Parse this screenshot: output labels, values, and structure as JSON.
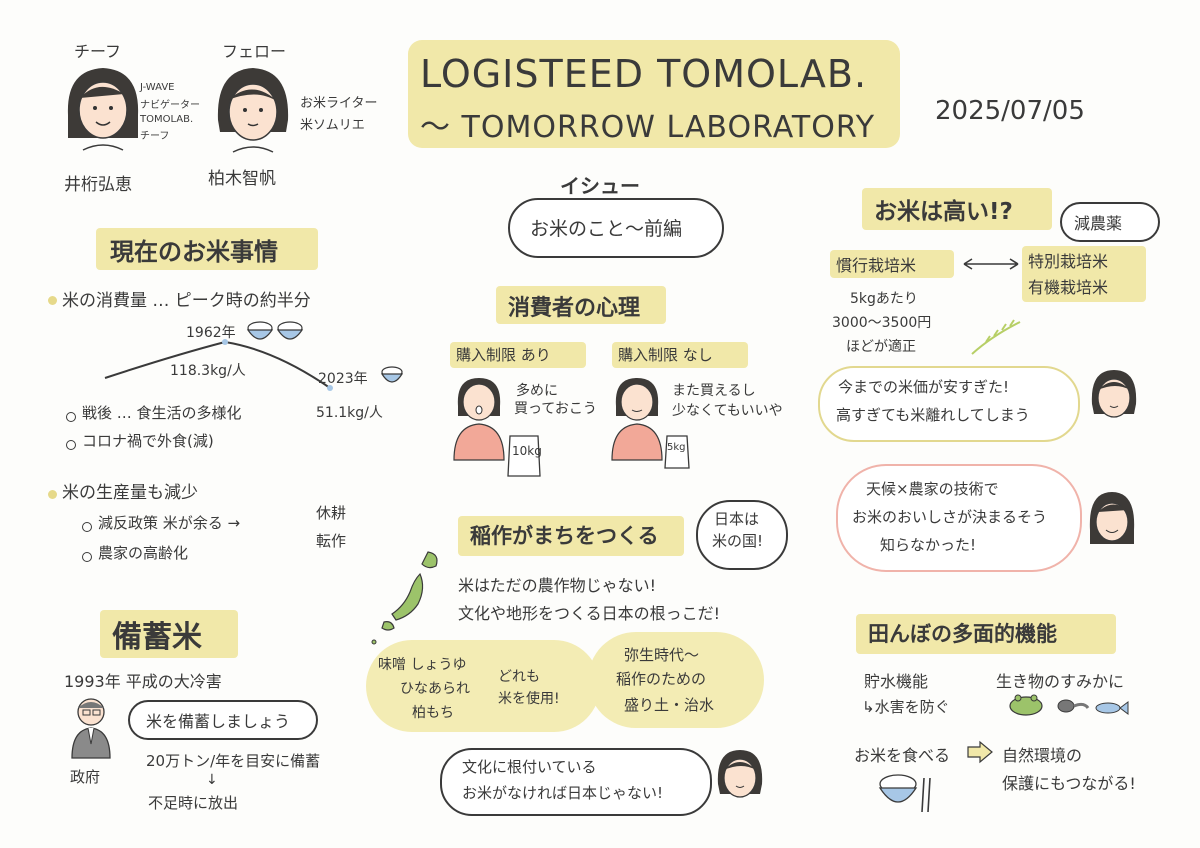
{
  "header": {
    "title_line1": "LOGISTEED TOMOLAB.",
    "title_line2": "〜 TOMORROW LABORATORY",
    "date": "2025/07/05"
  },
  "people": {
    "chief": {
      "role": "チーフ",
      "desc1": "J-WAVE",
      "desc2": "ナビゲーター",
      "desc3": "TOMOLAB.",
      "desc4": "チーフ",
      "name": "井桁弘恵"
    },
    "fellow": {
      "role": "フェロー",
      "desc1": "お米ライター",
      "desc2": "米ソムリエ",
      "name": "柏木智帆"
    }
  },
  "current": {
    "heading": "現在のお米事情",
    "point1": "米の消費量 … ピーク時の約半分",
    "year1962": "1962年",
    "value1962": "118.3kg/人",
    "year2023": "2023年",
    "value2023": "51.1kg/人",
    "sub1": "戦後 … 食生活の多様化",
    "sub2": "コロナ禍で外食(減)",
    "point2": "米の生産量も減少",
    "sub3": "減反政策 米が余る →",
    "sub3_a": "休耕",
    "sub3_b": "転作",
    "sub4": "農家の高齢化"
  },
  "reserve": {
    "heading": "備蓄米",
    "event": "1993年 平成の大冷害",
    "speech": "米を備蓄しましょう",
    "gov": "政府",
    "line1": "20万トン/年を目安に備蓄",
    "arrow": "↓",
    "line2": "不足時に放出"
  },
  "issue": {
    "label": "イシュー",
    "title": "お米のこと〜前編"
  },
  "consumer": {
    "heading": "消費者の心理",
    "limit_yes": "購入制限 あり",
    "limit_yes_speech1": "多めに",
    "limit_yes_speech2": "買っておこう",
    "bag1": "10kg",
    "limit_no": "購入制限 なし",
    "limit_no_speech1": "また買えるし",
    "limit_no_speech2": "少なくてもいいや",
    "bag2": "5kg"
  },
  "town": {
    "heading": "稲作がまちをつくる",
    "badge1": "日本は",
    "badge2": "米の国!",
    "line1": "米はただの農作物じゃない!",
    "line2": "文化や地形をつくる日本の根っこだ!",
    "foods1": "味噌 しょうゆ",
    "foods2": "ひなあられ",
    "foods3": "柏もち",
    "foods_note1": "どれも",
    "foods_note2": "米を使用!",
    "yayoi1": "弥生時代〜",
    "yayoi2": "稲作のための",
    "yayoi3": "盛り土・治水",
    "comment1": "文化に根付いている",
    "comment2": "お米がなければ日本じゃない!"
  },
  "price": {
    "heading": "お米は高い!?",
    "tag": "減農薬",
    "conv": "慣行栽培米",
    "special1": "特別栽培米",
    "special2": "有機栽培米",
    "per1": "5kgあたり",
    "per2": "3000〜3500円",
    "per3": "ほどが適正",
    "comment1a": "今までの米価が安すぎた!",
    "comment1b": "高すぎても米離れしてしまう",
    "comment2a": "天候×農家の技術で",
    "comment2b": "お米のおいしさが決まるそう",
    "comment2c": "知らなかった!"
  },
  "paddy": {
    "heading": "田んぼの多面的機能",
    "f1": "貯水機能",
    "f1sub": "↳水害を防ぐ",
    "f2": "生き物のすみかに",
    "eat": "お米を食べる",
    "result1": "自然環境の",
    "result2": "保護にもつながる!"
  }
}
